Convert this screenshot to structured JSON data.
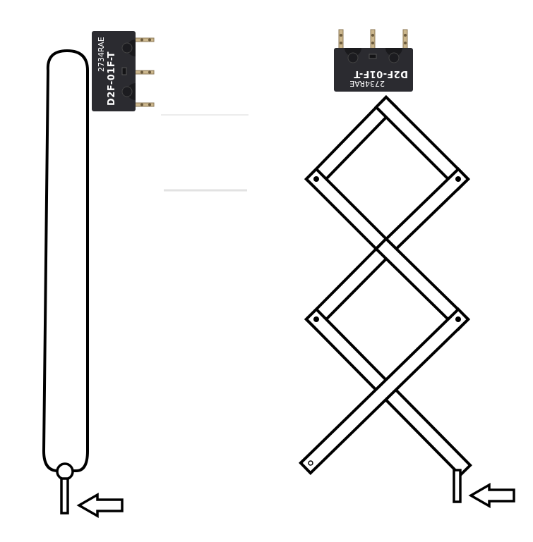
{
  "colors": {
    "line": "#000000",
    "background": "#ffffff",
    "switch_body": "#2b2b30",
    "switch_text": "#ffffff",
    "terminal": "#c9b48a",
    "faint_line": "#e6e6e6"
  },
  "left_switch": {
    "model": "D2F-01F-T",
    "code": "2734RAE",
    "icon": "microswitch-icon"
  },
  "right_switch": {
    "model": "D2F-01F-T",
    "code": "2734RAE",
    "icon": "microswitch-icon"
  },
  "left_mechanism": {
    "icon": "elastic-band-icon",
    "actuator_icon": "arrow-left-icon"
  },
  "right_mechanism": {
    "icon": "scissor-linkage-icon",
    "actuator_icon": "arrow-left-icon"
  }
}
